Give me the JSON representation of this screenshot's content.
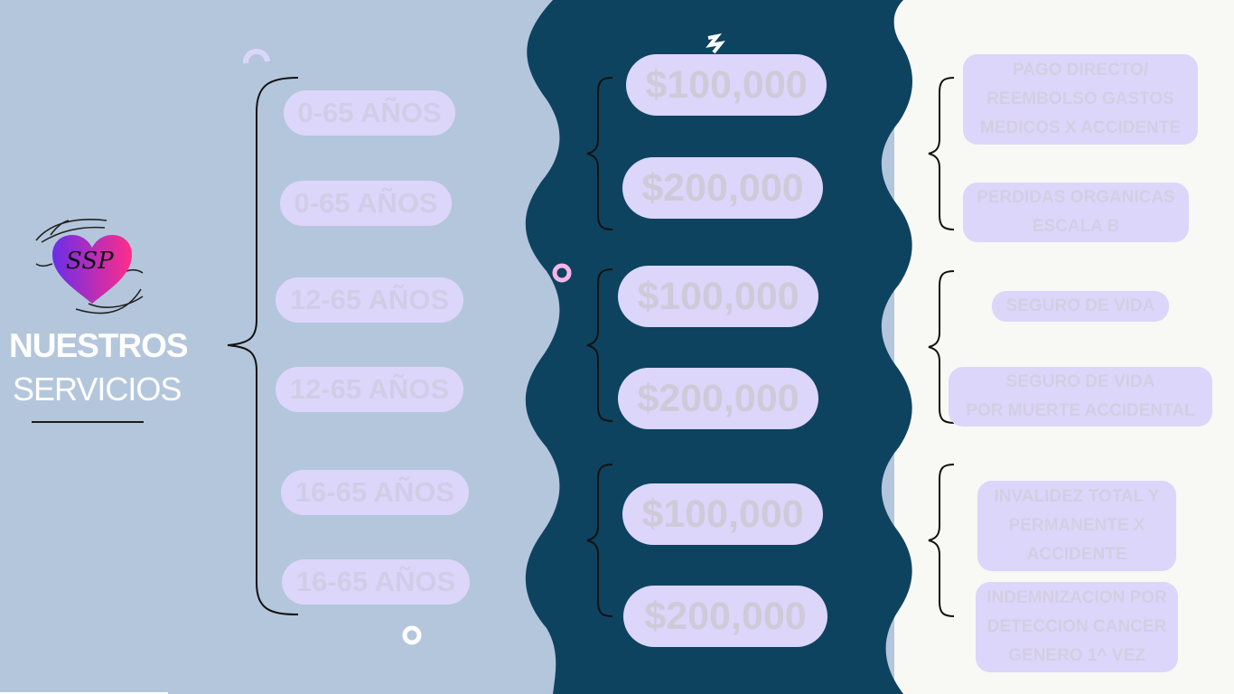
{
  "logo": {
    "text": "SSP"
  },
  "heading": {
    "line1": "NUESTROS",
    "line2": "SERVICIOS"
  },
  "ages": [
    "0-65 AÑOS",
    "0-65 AÑOS",
    "12-65 AÑOS",
    "12-65 AÑOS",
    "16-65 AÑOS",
    "16-65 AÑOS"
  ],
  "amounts": [
    "$100,000",
    "$200,000",
    "$100,000",
    "$200,000",
    "$100,000",
    "$200,000"
  ],
  "services": [
    [
      "PAGO DIRECTO/",
      "REEMBOLSO GASTOS",
      "MEDICOS X ACCIDENTE"
    ],
    [
      "PERDIDAS ORGANICAS",
      "ESCALA B"
    ],
    [
      "SEGURO DE VIDA"
    ],
    [
      "SEGURO DE VIDA",
      "POR MUERTE ACCIDENTAL"
    ],
    [
      "INVALIDEZ TOTAL Y",
      "PERMANENTE X",
      "ACCIDENTE"
    ],
    [
      "INDEMNIZACION POR",
      "DETECCION CANCER",
      "GENERO 1^ VEZ"
    ]
  ],
  "colors": {
    "left_bg": "#b4c6dc",
    "middle_bg": "#0e4360",
    "right_bg": "#f8f8f4",
    "pill": "#dcd6fb",
    "heart_start": "#6a2ee8",
    "heart_end": "#ff2d8a"
  }
}
